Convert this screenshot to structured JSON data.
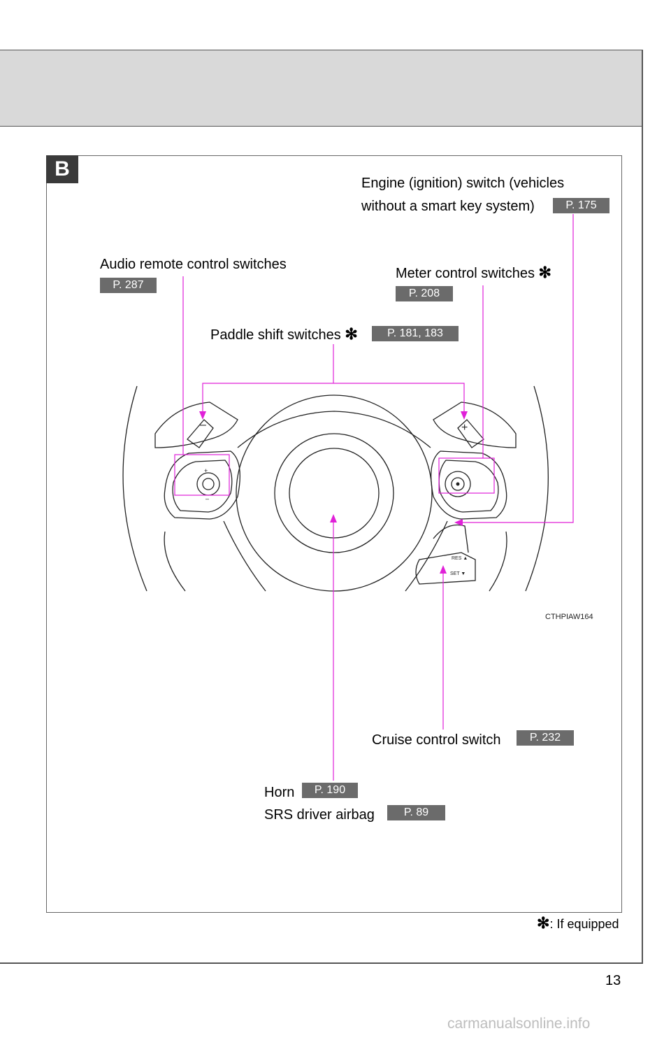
{
  "section": {
    "badge": "B"
  },
  "callouts": {
    "engine_line1": "Engine (ignition) switch (vehicles",
    "engine_line2": "without a smart key system)",
    "engine_ref": "P. 175",
    "audio_label": "Audio remote control switches",
    "audio_ref": "P. 287",
    "meter_label": "Meter control switches",
    "meter_ref": "P. 208",
    "paddle_label": "Paddle shift switches",
    "paddle_ref": "P. 181, 183",
    "cruise_label": "Cruise control switch",
    "cruise_ref": "P. 232",
    "horn_label": "Horn",
    "horn_ref": "P. 190",
    "airbag_label": "SRS driver airbag",
    "airbag_ref": "P. 89"
  },
  "illustration": {
    "code": "CTHPIAW164"
  },
  "footnote": {
    "symbol": "✻",
    "text": ": If equipped"
  },
  "page_number": "13",
  "watermark": "carmanualsonline.info",
  "colors": {
    "leader_line": "#e020d8",
    "ref_box": "#6b6b6b",
    "header_band": "#d9d9d9"
  }
}
